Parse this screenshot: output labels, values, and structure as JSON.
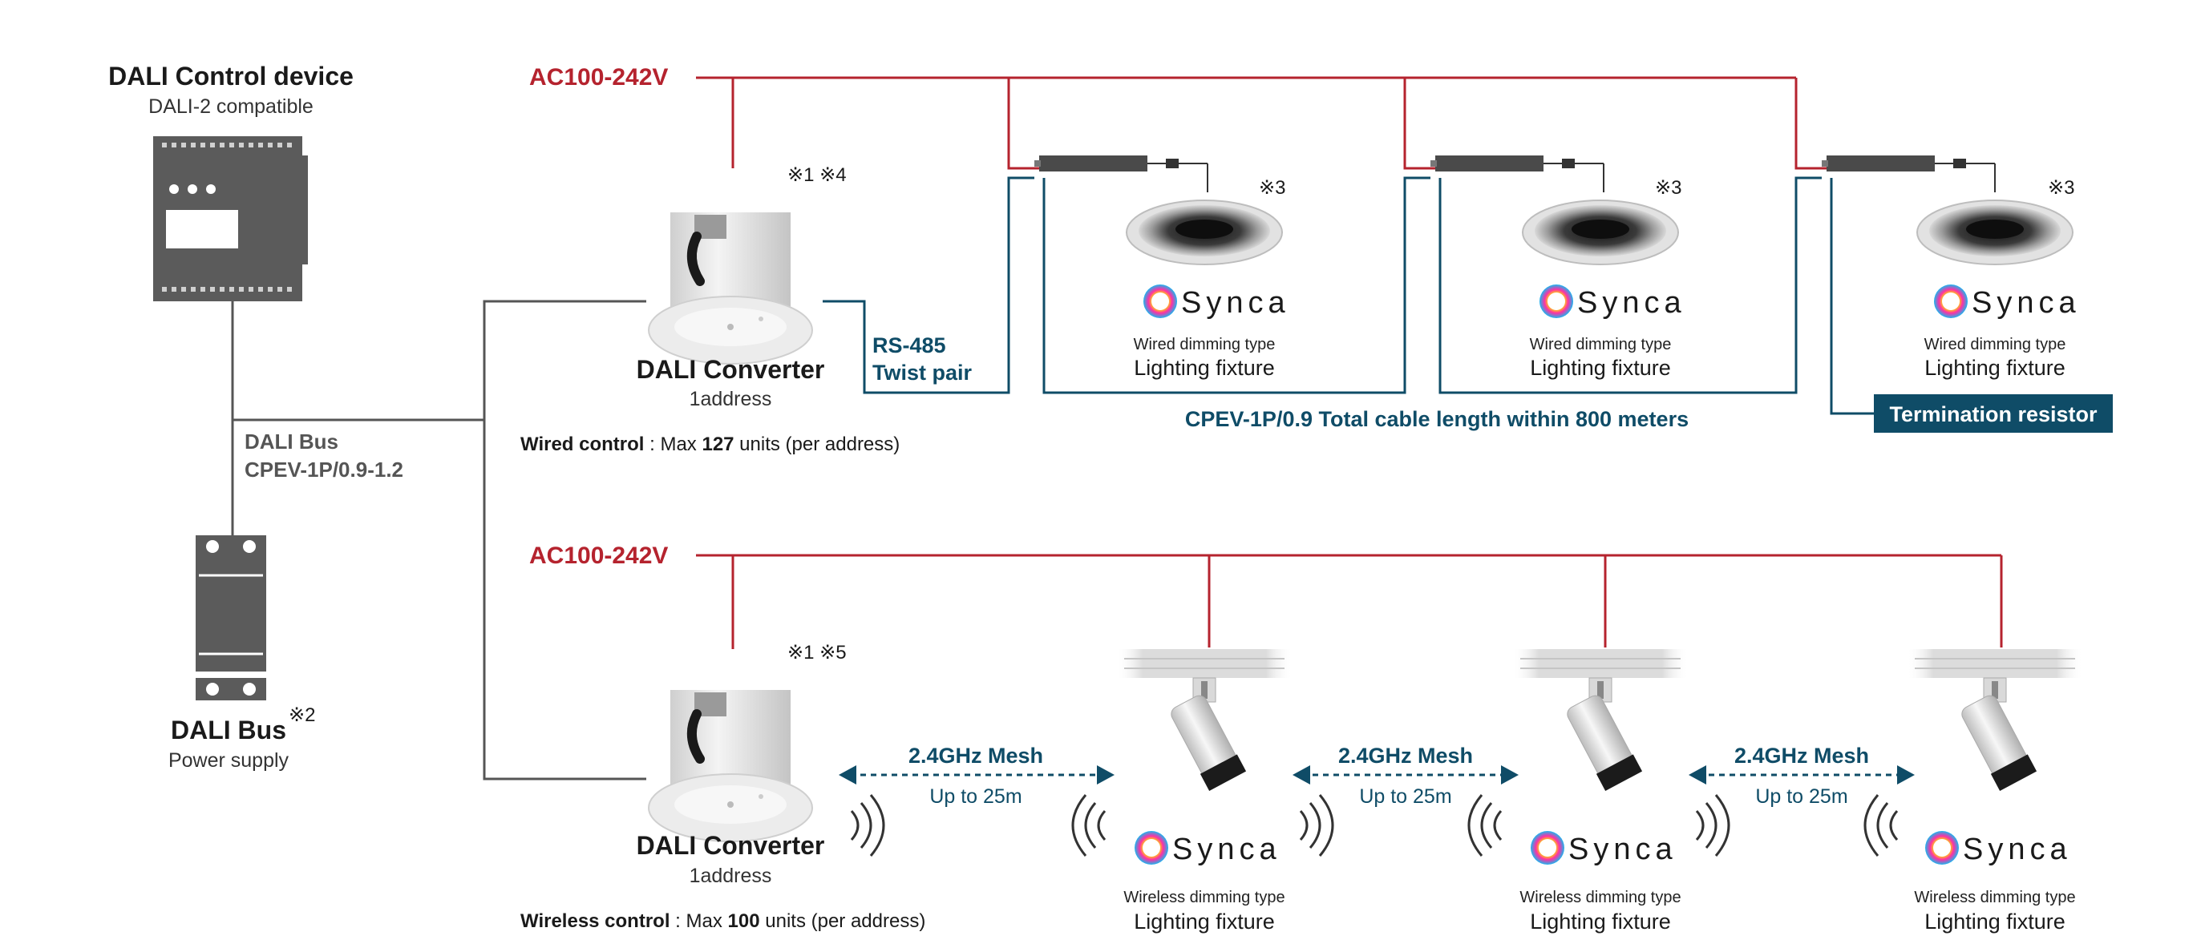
{
  "control_device": {
    "title": "DALI Control device",
    "subtitle": "DALI-2 compatible"
  },
  "bus": {
    "label": "DALI Bus",
    "cable": "CPEV-1P/0.9-1.2"
  },
  "power_supply": {
    "title": "DALI Bus",
    "mark": "※2",
    "subtitle": "Power supply"
  },
  "ac_label": "AC100-242V",
  "wired": {
    "marks": "※1 ※4",
    "converter": {
      "title": "DALI Converter",
      "address": "1address"
    },
    "note": {
      "bold": "Wired control",
      "prefix": " : Max ",
      "count": "127",
      "suffix": " units (per address)"
    },
    "rs485": {
      "line1": "RS-485",
      "line2": "Twist pair"
    },
    "cable": "CPEV-1P/0.9  Total cable length within 800 meters",
    "termination": "Termination resistor",
    "fixtures": [
      {
        "mark": "※3",
        "brand": "Synca",
        "type": "Wired dimming type",
        "name": "Lighting fixture"
      },
      {
        "mark": "※3",
        "brand": "Synca",
        "type": "Wired dimming type",
        "name": "Lighting fixture"
      },
      {
        "mark": "※3",
        "brand": "Synca",
        "type": "Wired dimming type",
        "name": "Lighting fixture"
      }
    ]
  },
  "wireless": {
    "marks": "※1 ※5",
    "converter": {
      "title": "DALI Converter",
      "address": "1address"
    },
    "note": {
      "bold": "Wireless control",
      "prefix": " : Max ",
      "count": "100",
      "suffix": " units (per address)"
    },
    "links": [
      {
        "label": "2.4GHz Mesh",
        "range": "Up to 25m"
      },
      {
        "label": "2.4GHz Mesh",
        "range": "Up to 25m"
      },
      {
        "label": "2.4GHz Mesh",
        "range": "Up to 25m"
      }
    ],
    "fixtures": [
      {
        "brand": "Synca",
        "type": "Wireless dimming type",
        "name": "Lighting fixture"
      },
      {
        "brand": "Synca",
        "type": "Wireless dimming type",
        "name": "Lighting fixture"
      },
      {
        "brand": "Synca",
        "type": "Wireless dimming type",
        "name": "Lighting fixture"
      }
    ]
  },
  "colors": {
    "ac": "#b5232e",
    "bus": "#555555",
    "signal": "#0f4c67",
    "device": "#5b5b5b"
  },
  "icons": [
    "dali-controller-icon",
    "power-supply-icon",
    "converter-icon",
    "downlight-icon",
    "spotlight-icon",
    "synca-logo",
    "wireless-signal-icon"
  ]
}
